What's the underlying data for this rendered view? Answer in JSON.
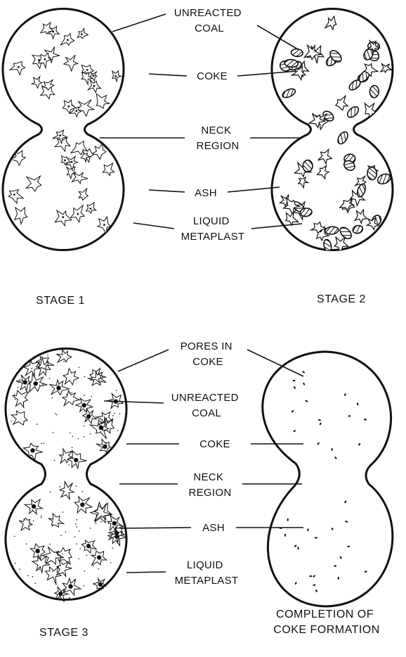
{
  "figure": {
    "panels": [
      {
        "id": "stage1",
        "caption": [
          "STAGE 1"
        ],
        "labels": [
          [
            "UNREACTED",
            "COAL"
          ],
          [
            "COKE"
          ],
          [
            "NECK",
            "REGION"
          ],
          [
            "ASH"
          ],
          [
            "LIQUID",
            "METAPLAST"
          ]
        ]
      },
      {
        "id": "stage2",
        "caption": [
          "STAGE 2"
        ],
        "labels": []
      },
      {
        "id": "stage3",
        "caption": [
          "STAGE 3"
        ],
        "labels": [
          [
            "PORES IN",
            "COKE"
          ],
          [
            "UNREACTED",
            "COAL"
          ],
          [
            "COKE"
          ],
          [
            "NECK",
            "REGION"
          ],
          [
            "ASH"
          ],
          [
            "LIQUID",
            "METAPLAST"
          ]
        ]
      },
      {
        "id": "completion",
        "caption": [
          "COMPLETION OF",
          "COKE FORMATION"
        ],
        "labels": []
      }
    ],
    "colors": {
      "ink": "#111111",
      "paper": "#ffffff"
    }
  }
}
